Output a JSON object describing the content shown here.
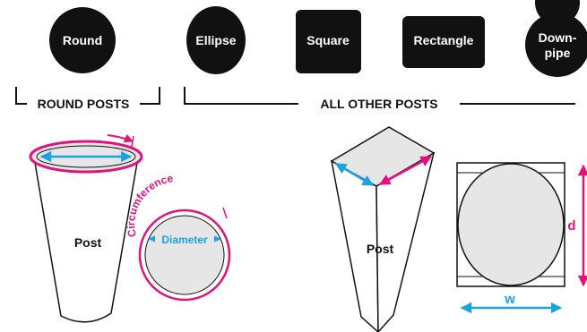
{
  "shapes": {
    "round": "Round",
    "ellipse": "Ellipse",
    "square": "Square",
    "rectangle": "Rectangle",
    "downpipe_line1": "Down-",
    "downpipe_line2": "pipe"
  },
  "groups": {
    "round_posts": "ROUND POSTS",
    "all_other_posts": "ALL OTHER  POSTS"
  },
  "round_diagram": {
    "post_label": "Post",
    "circumference_label": "Circumference",
    "diameter_label": "Diameter"
  },
  "other_diagram": {
    "post_label": "Post",
    "depth_label": "d",
    "width_label": "w"
  },
  "colors": {
    "magenta": "#e0137d",
    "cyan": "#1aa3e0",
    "light_fill": "#e6e6e7",
    "ink": "#111111"
  }
}
